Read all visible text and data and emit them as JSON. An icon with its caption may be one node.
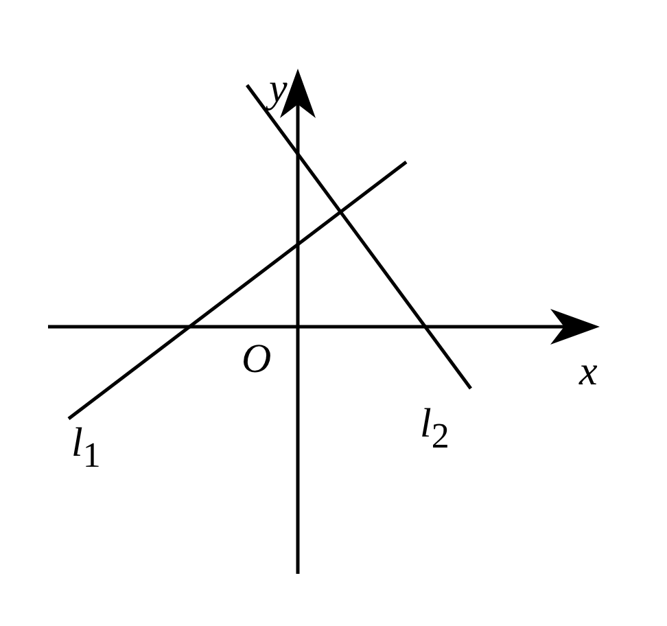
{
  "diagram": {
    "labels": [
      "y",
      "x",
      "O",
      "*l*$_{1}$",
      "*l*$_{2}$"
    ]
  }
}
